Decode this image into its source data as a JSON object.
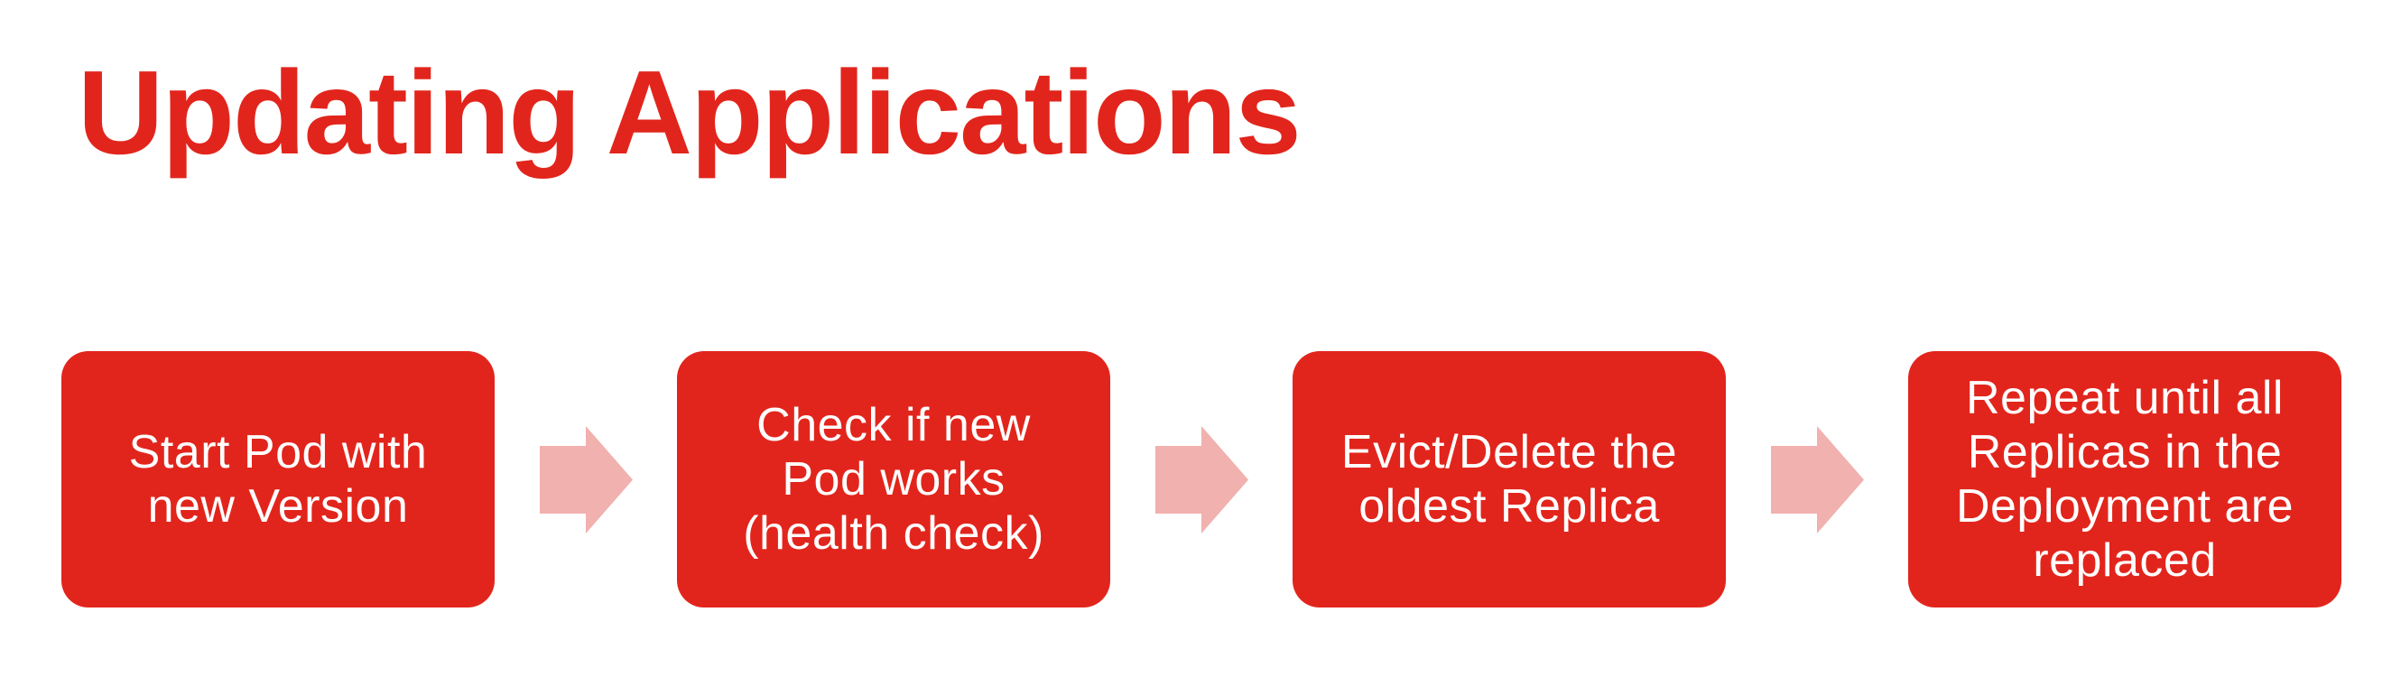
{
  "title": "Updating Applications",
  "colors": {
    "red": "#e2251c",
    "pink": "#f1b1ae",
    "text_on_red": "#ffffff",
    "background": "#ffffff"
  },
  "flow": {
    "steps": [
      {
        "label": "Start Pod with\nnew Version"
      },
      {
        "label": "Check if new\nPod works\n(health check)"
      },
      {
        "label": "Evict/Delete the\noldest Replica"
      },
      {
        "label": "Repeat until all\nReplicas in the\nDeployment are\nreplaced"
      }
    ],
    "connector_icon": "arrow-right"
  }
}
